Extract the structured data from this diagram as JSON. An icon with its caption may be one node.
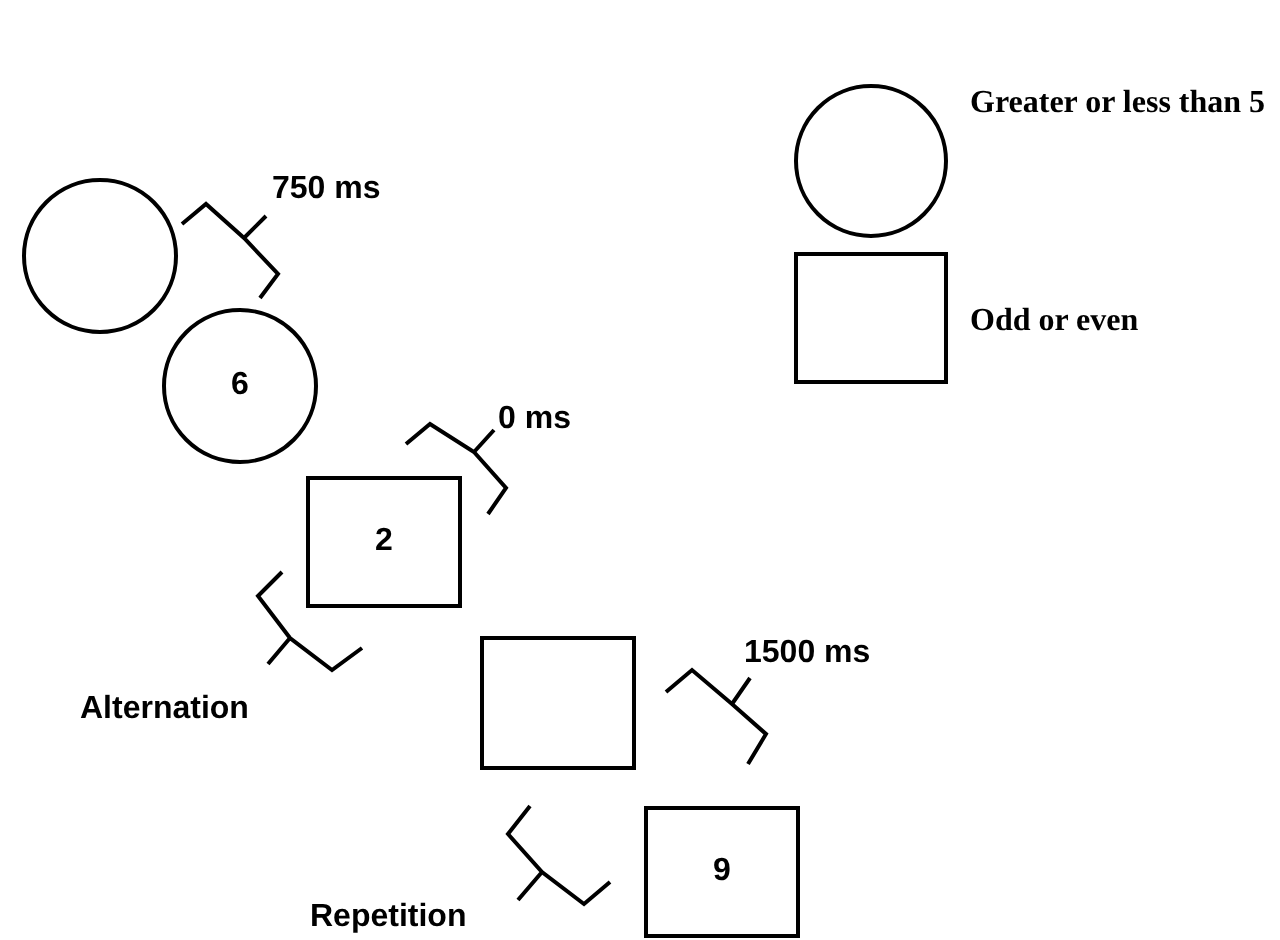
{
  "diagram": {
    "nodes": [
      {
        "text": [],
        "shape": "circle"
      },
      {
        "text": [
          "6"
        ]
      },
      {
        "text": [
          "2"
        ]
      },
      {
        "text": [],
        "shape": "box"
      },
      {
        "text": [
          "9"
        ]
      }
    ],
    "labels": [
      "750 ms",
      "0 ms",
      "Alternation",
      "1500 ms",
      "Repetition"
    ],
    "legend": [
      {
        "text": "Greater or less than 5"
      },
      {
        "text": "Odd or even"
      }
    ]
  }
}
